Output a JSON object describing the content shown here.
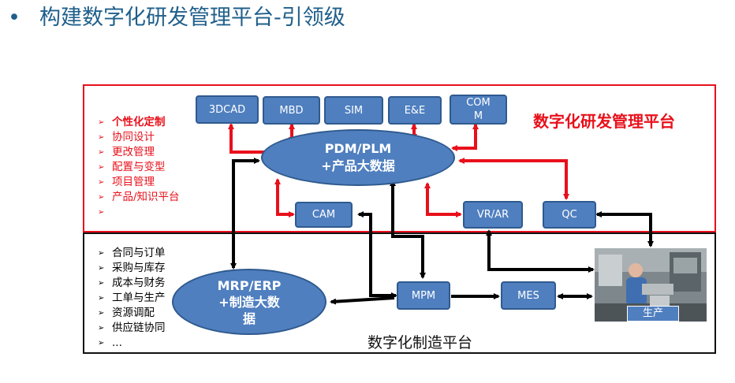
{
  "title": {
    "bullet": "•",
    "text": "构建数字化研发管理平台-引领级"
  },
  "rd_platform": {
    "label": "数字化研发管理平台",
    "features": [
      "个性化定制",
      "协同设计",
      "更改管理",
      "配置与变型",
      "项目管理",
      "产品/知识平台",
      ""
    ],
    "modules": [
      "3DCAD",
      "MBD",
      "SIM",
      "E&E",
      "COM M"
    ],
    "core": {
      "line1": "PDM/PLM",
      "line2": "+产品大数据"
    },
    "tools": [
      "CAM",
      "VR/AR",
      "QC"
    ]
  },
  "mf_platform": {
    "label": "数字化制造平台",
    "features": [
      "合同与订单",
      "采购与库存",
      "成本与财务",
      "工单与生产",
      "资源调配",
      "供应链协同",
      "..."
    ],
    "core": {
      "line1": "MRP/ERP",
      "line2": "+制造大数",
      "line3": "据"
    },
    "nodes": [
      "MPM",
      "MES"
    ],
    "production_caption": "生产"
  },
  "colors": {
    "title": "#1f5f8b",
    "box_fill": "#4f7fbf",
    "box_border": "#2f5a8e",
    "red": "#e8101b",
    "black": "#000000"
  }
}
